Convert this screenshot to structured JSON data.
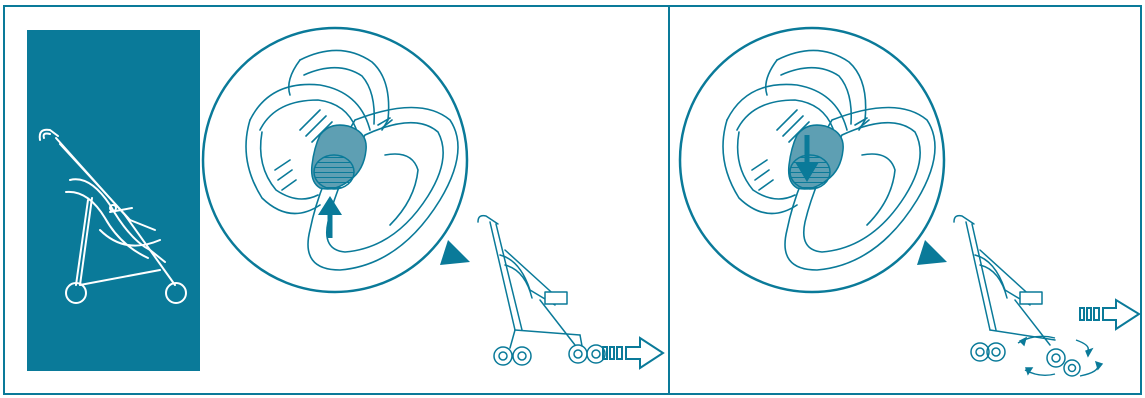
{
  "document": {
    "type": "assembly-instruction-illustration",
    "panels": [
      {
        "id": "panel-1",
        "has_sidebar": true,
        "sidebar_color": "#0a7a99",
        "detail_arrow": "up",
        "motion_indicator": "forward"
      },
      {
        "id": "panel-2",
        "has_sidebar": false,
        "detail_arrow": "down",
        "motion_indicator": "forward",
        "wheel_swivel": true
      }
    ]
  },
  "colors": {
    "primary": "#0a7a99",
    "highlight": "#5e9fb3",
    "line": "#0a7a99",
    "background": "#ffffff"
  },
  "icons": [
    "stroller-icon",
    "arrow-up-icon",
    "arrow-down-icon",
    "motion-arrow-icon",
    "swivel-arrow-icon"
  ]
}
